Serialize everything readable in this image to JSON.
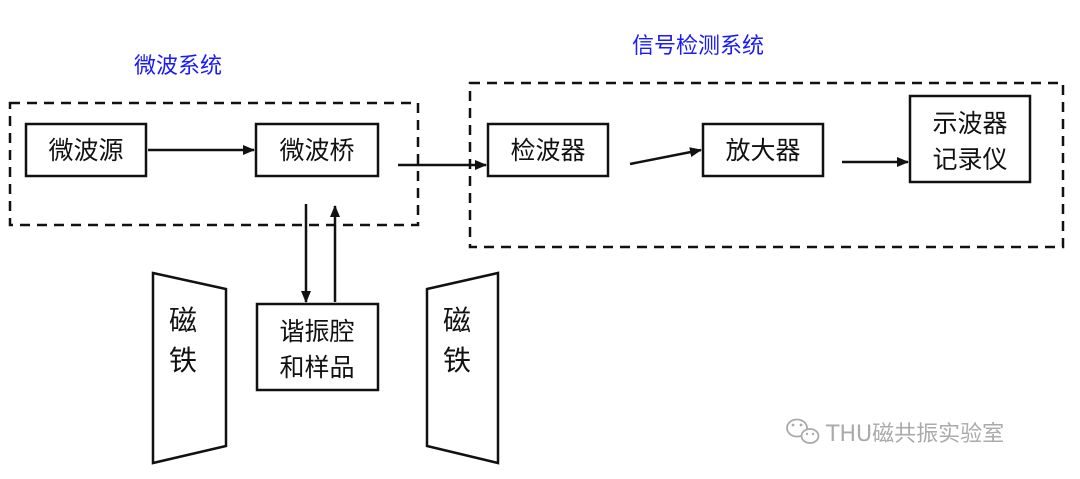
{
  "colors": {
    "group_title": "#1a1aff",
    "line": "#111111",
    "watermark": "#aaaaaa"
  },
  "groups": {
    "microwave_system": "微波系统",
    "detection_system": "信号检测系统"
  },
  "boxes": {
    "microwave_source": "微波源",
    "microwave_bridge": "微波桥",
    "detector": "检波器",
    "amplifier": "放大器",
    "oscilloscope": [
      "示波器",
      "记录仪"
    ],
    "cavity_sample": [
      "谐振腔",
      "和样品"
    ]
  },
  "magnets": {
    "left": [
      "磁",
      "铁"
    ],
    "right": [
      "磁",
      "铁"
    ]
  },
  "watermark": {
    "icon": "wechat-icon",
    "text": "THU磁共振实验室"
  }
}
